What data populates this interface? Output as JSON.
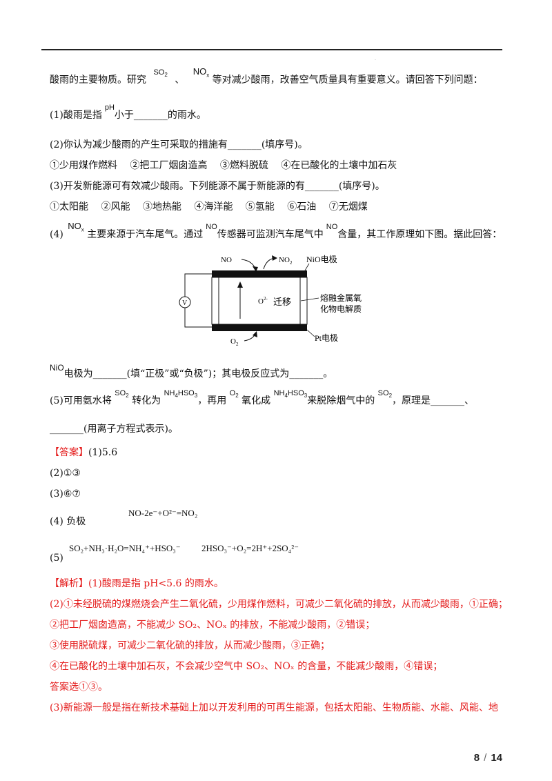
{
  "q": {
    "intro_a": "酸雨的主要物质。研究",
    "so2": "SO",
    "so2_sub": "2",
    "sep": "、",
    "nox": "NO",
    "nox_sub": "x",
    "intro_b": "等对减少酸雨，改善空气质量具有重要意义。请回答下列问题：",
    "p1_a": "(1)酸雨是指",
    "ph": "pH",
    "p1_b": "小于_______的雨水。",
    "p2": "(2)你认为减少酸雨的产生可采取的措施有_______(填序号)。",
    "p2_opts": "①少用煤作燃料　 ②把工厂烟囱造高　 ③燃料脱硫　 ④在已酸化的土壤中加石灰",
    "p3": "(3)开发新能源可有效减少酸雨。下列能源不属于新能源的有_______(填序号)。",
    "p3_opts": "①太阳能　 ②风能　 ③地热能　 ④海洋能　 ⑤氢能　 ⑥石油　 ⑦无烟煤",
    "p4_a": "(4)",
    "p4_b": "主要来源于汽车尾气。通过",
    "no": "NO",
    "p4_c": "传感器可监测汽车尾气中",
    "p4_d": "含量，其工作原理如下图。据此回答：",
    "nio": "NiO",
    "p4_e": "电极为_______(填“正极”或“负极”)；其电极反应式为_______。",
    "p5_a": "(5)可用氨水将",
    "p5_b": "转化为",
    "nh4hso3": "NH",
    "nh4_sub": "4",
    "hso3_tail": "HSO",
    "hso3_sub": "3",
    "p5_c": "，再用",
    "o2": "O",
    "o2_sub": "2",
    "p5_d": "氧化成",
    "p5_e": "来脱除烟气中的",
    "p5_f": "，原理是_______、",
    "p5_g": "_______(用离子方程式表示)。"
  },
  "diagram": {
    "no_in": "NO",
    "no2_out": "NO",
    "no2_sub": "2",
    "nio_label": "NiO电极",
    "migration": "迁移",
    "o_ion": "O",
    "o_ion_sup": "2-",
    "electrolyte_1": "熔融金属氧",
    "electrolyte_2": "化物电解质",
    "o2_in": "O",
    "o2_sub": "2",
    "pt_label": "Pt电极",
    "voltmeter": "V"
  },
  "answer": {
    "label": "【答案】",
    "a1": "(1)5.6",
    "a2": "(2)①③",
    "a3": "(3)⑥⑦",
    "a4_label": "(4) 负极",
    "a4_formula": "NO-2e⁻+O²⁻=NO₂",
    "a5_label": "(5)",
    "a5_f1": "SO₂+NH₃·H₂O=NH₄⁺+HSO₃⁻",
    "a5_f2": "2HSO₃⁻+O₂=2H⁺+2SO₄²⁻"
  },
  "analysis": {
    "label": "【解析】",
    "l1": "(1)酸雨是指 pH<5.6 的雨水。",
    "l2": "(2)①未经脱硫的煤燃烧会产生二氧化硫，少用煤作燃料，可减少二氧化硫的排放，从而减少酸雨，①正确；",
    "l3": "②把工厂烟囱造高，不能减少 SO₂、NOₓ 的排放，不能减少酸雨，②错误；",
    "l4": "③使用脱硫煤，可减少二氧化硫的排放，从而减少酸雨，③正确；",
    "l5": "④在已酸化的土壤中加石灰，不会减少空气中 SO₂、NOₓ 的含量，不能减少酸雨，④错误；",
    "l6": "答案选①③。",
    "l7": "(3)新能源一般是指在新技术基础上加以开发利用的可再生能源，包括太阳能、生物质能、水能、风能、地"
  },
  "page": {
    "current": "8",
    "sep": "/",
    "total": "14"
  }
}
